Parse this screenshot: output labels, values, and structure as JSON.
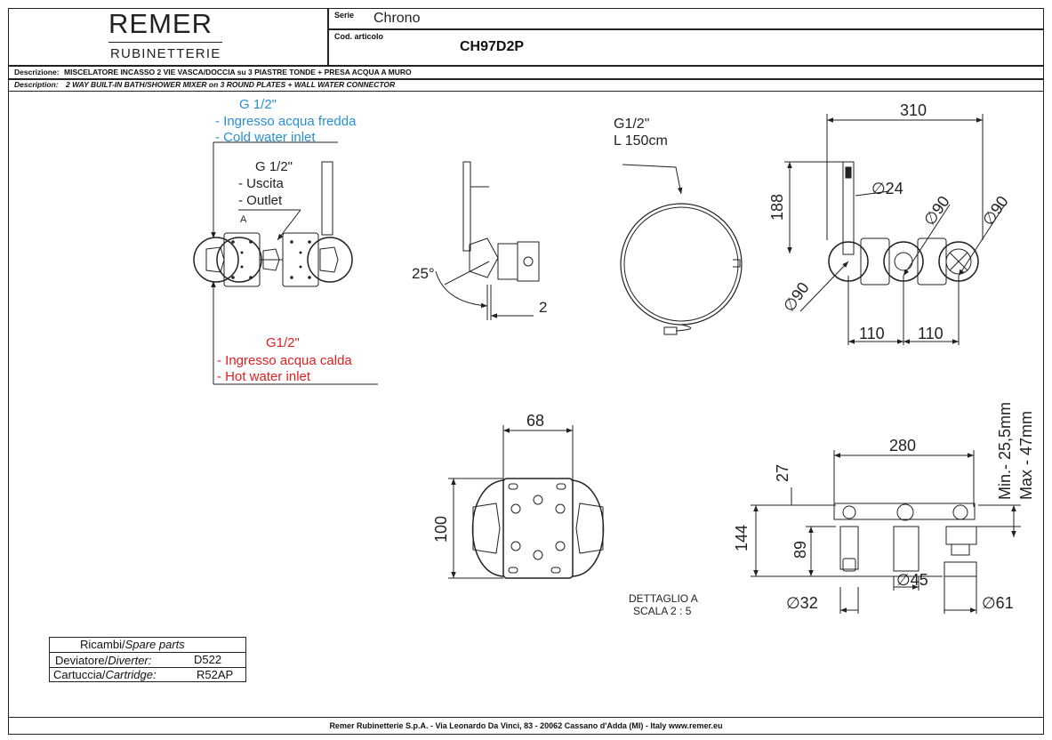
{
  "header": {
    "brand_line1": "REMER",
    "brand_line2": "RUBINETTERIE",
    "serie_label": "Serie",
    "serie_value": "Chrono",
    "code_label": "Cod. articolo",
    "code_value": "CH97D2P",
    "descr_label_it": "Descrizione:",
    "descr_text_it": "MISCELATORE INCASSO 2 VIE VASCA/DOCCIA su 3 PIASTRE TONDE + PRESA ACQUA A MURO",
    "descr_label_en": "Description:",
    "descr_text_en": "2 WAY BUILT-IN BATH/SHOWER MIXER on 3 ROUND PLATES + WALL WATER CONNECTOR"
  },
  "annotations": {
    "cold_size": "G 1/2\"",
    "cold_it": "- Ingresso acqua fredda",
    "cold_en": "- Cold water inlet",
    "outlet_size": "G 1/2\"",
    "outlet_it": "- Uscita",
    "outlet_en": "- Outlet",
    "detail_marker": "A",
    "hot_size": "G1/2\"",
    "hot_it": "- Ingresso acqua calda",
    "hot_en": "- Hot water inlet",
    "hose_size": "G1/2\"",
    "hose_length": "L 150cm",
    "detail_title": "DETTAGLIO A",
    "detail_scale": "SCALA 2 : 5"
  },
  "colors": {
    "cold": "#2a8fd0",
    "hot": "#e02020",
    "line": "#222222"
  },
  "dimensions": {
    "d310": "310",
    "d188": "188",
    "d24": "∅24",
    "d90a": "∅90",
    "d90b": "∅90",
    "d90c": "∅90",
    "d110a": "110",
    "d110b": "110",
    "d25deg": "25°",
    "d2": "2",
    "d68": "68",
    "d100": "100",
    "d280": "280",
    "d27": "27",
    "d144": "144",
    "d89": "89",
    "d45": "∅45",
    "d32": "∅32",
    "d61": "∅61",
    "dmin": "Min.- 25,5mm",
    "dmax": "Max - 47mm"
  },
  "spare_parts": {
    "title_it": "Ricambi/",
    "title_en": "Spare parts",
    "diverter_it": "Deviatore/",
    "diverter_en": "Diverter:",
    "diverter_code": "D522",
    "cartridge_it": "Cartuccia/",
    "cartridge_en": "Cartridge:",
    "cartridge_code": "R52AP"
  },
  "footer": {
    "text": "Remer Rubinetterie S.p.A. - Via Leonardo Da Vinci, 83 - 20062 Cassano d'Adda (MI) - Italy www.remer.eu"
  }
}
